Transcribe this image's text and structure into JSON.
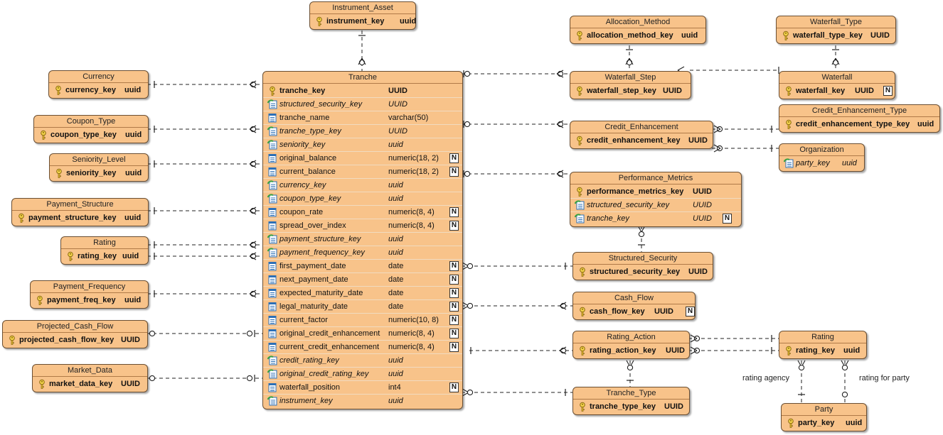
{
  "entities": {
    "instrument_asset": {
      "title": "Instrument_Asset",
      "rows": [
        {
          "name": "instrument_key",
          "type": "uuid"
        }
      ]
    },
    "currency": {
      "title": "Currency",
      "rows": [
        {
          "name": "currency_key",
          "type": "uuid"
        }
      ]
    },
    "coupon_type": {
      "title": "Coupon_Type",
      "rows": [
        {
          "name": "coupon_type_key",
          "type": "uuid"
        }
      ]
    },
    "seniority_level": {
      "title": "Seniority_Level",
      "rows": [
        {
          "name": "seniority_key",
          "type": "uuid"
        }
      ]
    },
    "payment_structure": {
      "title": "Payment_Structure",
      "rows": [
        {
          "name": "payment_structure_key",
          "type": "uuid"
        }
      ]
    },
    "rating_left": {
      "title": "Rating",
      "rows": [
        {
          "name": "rating_key",
          "type": "uuid"
        }
      ]
    },
    "payment_frequency": {
      "title": "Payment_Frequency",
      "rows": [
        {
          "name": "payment_freq_key",
          "type": "uuid"
        }
      ]
    },
    "projected_cash_flow": {
      "title": "Projected_Cash_Flow",
      "rows": [
        {
          "name": "projected_cash_flow_key",
          "type": "UUID"
        }
      ]
    },
    "market_data": {
      "title": "Market_Data",
      "rows": [
        {
          "name": "market_data_key",
          "type": "UUID"
        }
      ]
    },
    "tranche": {
      "title": "Tranche",
      "rows": [
        {
          "name": "tranche_key",
          "type": "UUID"
        },
        {
          "name": "structured_security_key",
          "type": "UUID"
        },
        {
          "name": "tranche_name",
          "type": "varchar(50)"
        },
        {
          "name": "tranche_type_key",
          "type": "UUID"
        },
        {
          "name": "seniority_key",
          "type": "uuid"
        },
        {
          "name": "original_balance",
          "type": "numeric(18, 2)",
          "null_flag": "N"
        },
        {
          "name": "current_balance",
          "type": "numeric(18, 2)",
          "null_flag": "N"
        },
        {
          "name": "currency_key",
          "type": "uuid"
        },
        {
          "name": "coupon_type_key",
          "type": "uuid"
        },
        {
          "name": "coupon_rate",
          "type": "numeric(8, 4)",
          "null_flag": "N"
        },
        {
          "name": "spread_over_index",
          "type": "numeric(8, 4)",
          "null_flag": "N"
        },
        {
          "name": "payment_structure_key",
          "type": "uuid"
        },
        {
          "name": "payment_frequency_key",
          "type": "uuid"
        },
        {
          "name": "first_payment_date",
          "type": "date",
          "null_flag": "N"
        },
        {
          "name": "next_payment_date",
          "type": "date",
          "null_flag": "N"
        },
        {
          "name": "expected_maturity_date",
          "type": "date",
          "null_flag": "N"
        },
        {
          "name": "legal_maturity_date",
          "type": "date",
          "null_flag": "N"
        },
        {
          "name": "current_factor",
          "type": "numeric(10, 8)",
          "null_flag": "N"
        },
        {
          "name": "original_credit_enhancement",
          "type": "numeric(8, 4)",
          "null_flag": "N"
        },
        {
          "name": "current_credit_enhancement",
          "type": "numeric(8, 4)",
          "null_flag": "N"
        },
        {
          "name": "credit_rating_key",
          "type": "uuid"
        },
        {
          "name": "original_credit_rating_key",
          "type": "uuid"
        },
        {
          "name": "waterfall_position",
          "type": "int4",
          "null_flag": "N"
        },
        {
          "name": "instrument_key",
          "type": "uuid"
        }
      ]
    },
    "allocation_method": {
      "title": "Allocation_Method",
      "rows": [
        {
          "name": "allocation_method_key",
          "type": "uuid"
        }
      ]
    },
    "waterfall_type": {
      "title": "Waterfall_Type",
      "rows": [
        {
          "name": "waterfall_type_key",
          "type": "UUID"
        }
      ]
    },
    "waterfall_step": {
      "title": "Waterfall_Step",
      "rows": [
        {
          "name": "waterfall_step_key",
          "type": "UUID"
        }
      ]
    },
    "waterfall": {
      "title": "Waterfall",
      "rows": [
        {
          "name": "waterfall_key",
          "type": "UUID",
          "null_flag": "N"
        }
      ]
    },
    "credit_enhancement": {
      "title": "Credit_Enhancement",
      "rows": [
        {
          "name": "credit_enhancement_key",
          "type": "UUID"
        }
      ]
    },
    "credit_enhancement_type": {
      "title": "Credit_Enhancement_Type",
      "rows": [
        {
          "name": "credit_enhancement_type_key",
          "type": "uuid"
        }
      ]
    },
    "organization": {
      "title": "Organization",
      "rows": [
        {
          "name": "party_key",
          "type": "uuid"
        }
      ]
    },
    "performance_metrics": {
      "title": "Performance_Metrics",
      "rows": [
        {
          "name": "performance_metrics_key",
          "type": "UUID"
        },
        {
          "name": "structured_security_key",
          "type": "UUID"
        },
        {
          "name": "tranche_key",
          "type": "UUID",
          "null_flag": "N"
        }
      ]
    },
    "structured_security": {
      "title": "Structured_Security",
      "rows": [
        {
          "name": "structured_security_key",
          "type": "UUID"
        }
      ]
    },
    "cash_flow": {
      "title": "Cash_Flow",
      "rows": [
        {
          "name": "cash_flow_key",
          "type": "UUID",
          "null_flag": "N"
        }
      ]
    },
    "rating_action": {
      "title": "Rating_Action",
      "rows": [
        {
          "name": "rating_action_key",
          "type": "UUID"
        }
      ]
    },
    "rating_right": {
      "title": "Rating",
      "rows": [
        {
          "name": "rating_key",
          "type": "uuid"
        }
      ]
    },
    "tranche_type": {
      "title": "Tranche_Type",
      "rows": [
        {
          "name": "tranche_type_key",
          "type": "UUID"
        }
      ]
    },
    "party": {
      "title": "Party",
      "rows": [
        {
          "name": "party_key",
          "type": "uuid"
        }
      ]
    }
  },
  "relationship_labels": {
    "rating_agency": "rating agency",
    "rating_for_party": "rating for party"
  }
}
